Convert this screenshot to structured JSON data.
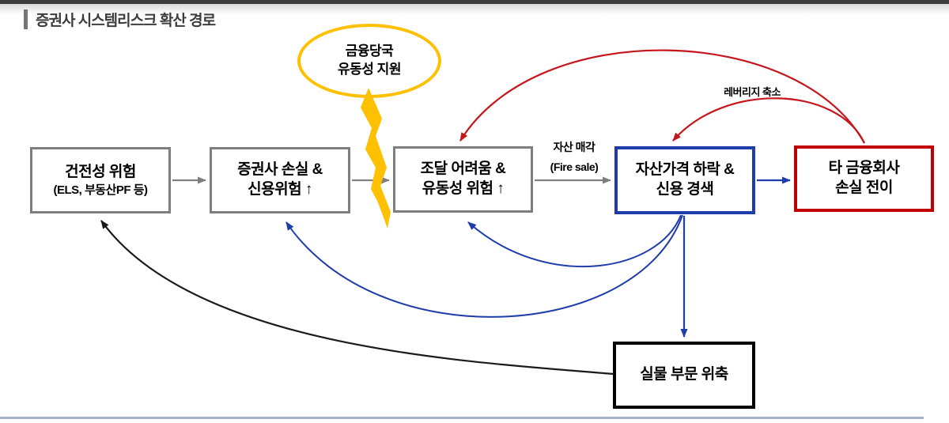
{
  "header": {
    "title": "증권사 시스템리스크 확산 경로"
  },
  "oval": {
    "line1": "금융당국",
    "line2": "유동성 지원"
  },
  "nodes": {
    "soundness": {
      "line1": "건전성 위험",
      "line2": "(ELS, 부동산PF 등)"
    },
    "broker_loss": {
      "line1": "증권사 손실 &",
      "line2": "신용위험 ↑"
    },
    "funding": {
      "line1": "조달 어려움 &",
      "line2": "유동성 위험 ↑"
    },
    "asset_price": {
      "line1": "자산가격 하락 &",
      "line2": "신용 경색"
    },
    "other_fi": {
      "line1": "타 금융회사",
      "line2": "손실 전이"
    },
    "real_sector": {
      "line1": "실물 부문 위축"
    }
  },
  "edge_labels": {
    "fire_sale_line1": "자산 매각",
    "fire_sale_line2": "(Fire sale)",
    "deleveraging": "레버리지 축소"
  },
  "colors": {
    "accent_gold": "#FFC000",
    "box_gray": "#7F7F7F",
    "box_blue": "#1E3CAA",
    "box_red": "#C00000",
    "box_black": "#000000",
    "arrow_gray": "#7F7F7F",
    "arrow_blue": "#1E3CAA",
    "arrow_red": "#C5161D",
    "arrow_black": "#1A1A1A",
    "bottom_rule": "#A7B4C9",
    "top_bar": "#3B3B3B",
    "title_text": "#3C3C3C"
  }
}
